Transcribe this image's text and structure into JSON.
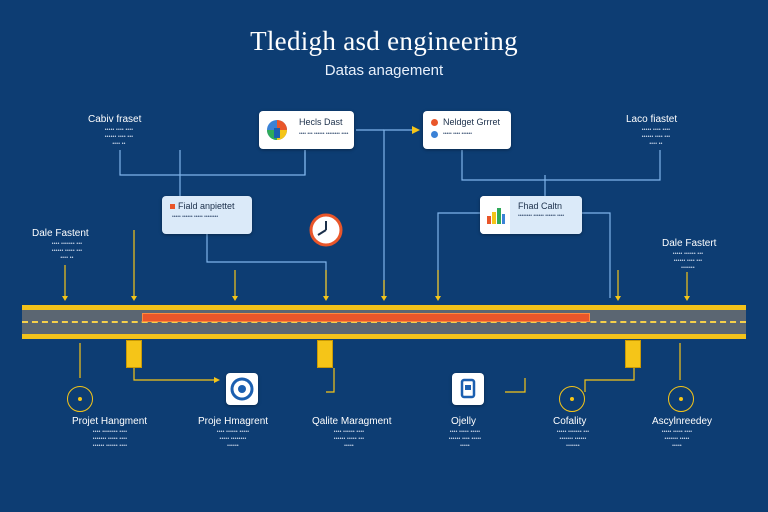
{
  "header": {
    "title": "Tledigh asd engineering",
    "subtitle": "Datas anagement"
  },
  "top_labels": [
    {
      "title": "Cabiv fraset",
      "lines": [
        "••••• •••• ••••",
        "•••••• •••• •••",
        "•••• ••"
      ]
    },
    {
      "title": "Laco fiastet",
      "lines": [
        "••••• •••• ••••",
        "•••••• •••• •••",
        "•••• ••"
      ]
    },
    {
      "title": "Dale Fastent",
      "lines": [
        "•••• ••••••• •••",
        "•••••• ••••• •••",
        "•••• ••"
      ]
    },
    {
      "title": "Dale Fastert",
      "lines": [
        "••••• •••••• •••",
        "•••••• •••• •••",
        "•••••••"
      ]
    }
  ],
  "cards": [
    {
      "title": "Hecls Dast",
      "desc": "•••• ••• •••••• •••••••• ••••"
    },
    {
      "title": "Neldget Grrret",
      "desc": "••••• •••• ••••••"
    },
    {
      "title": "Fiald anpiettet",
      "desc": "••••• •••••• ••••• ••••••••"
    },
    {
      "title": "Fhad Caltn",
      "desc": "•••••••• •••••• •••••• ••••"
    }
  ],
  "bottom_labels": [
    {
      "title": "Projet Hangment",
      "lines": [
        "•••• •••••••• ••••",
        "••••••• ••••• ••••",
        "•••••• •••••• ••••"
      ]
    },
    {
      "title": "Proje Hmagrent",
      "lines": [
        "•••• •••••• •••••",
        "••••• ••••••••",
        "••••••"
      ]
    },
    {
      "title": "Qalite Maragment",
      "lines": [
        "•••• •••••• ••••",
        "•••••• ••••• •••",
        "•••••"
      ]
    },
    {
      "title": "Ojelly",
      "lines": [
        "•••• ••••• •••••",
        "•••••• •••• •••••",
        "•••••"
      ]
    },
    {
      "title": "Cofality",
      "lines": [
        "••••• ••••••• •••",
        "••••••• ••••••",
        "•••••••"
      ]
    },
    {
      "title": "Ascylnreedey",
      "lines": [
        "••••• ••••• ••••",
        "••••••• •••••",
        "•••••"
      ]
    }
  ],
  "colors": {
    "background": "#0d3d73",
    "connector": "#f5c518",
    "connector_light": "#7fb4ea",
    "road": "#5b6672",
    "road_edge": "#f2c21b",
    "highlight": "#e9562a"
  },
  "icons": {
    "clock": "clock-icon",
    "chart": "bar-chart-icon",
    "gear": "gear-icon",
    "document": "document-icon"
  }
}
